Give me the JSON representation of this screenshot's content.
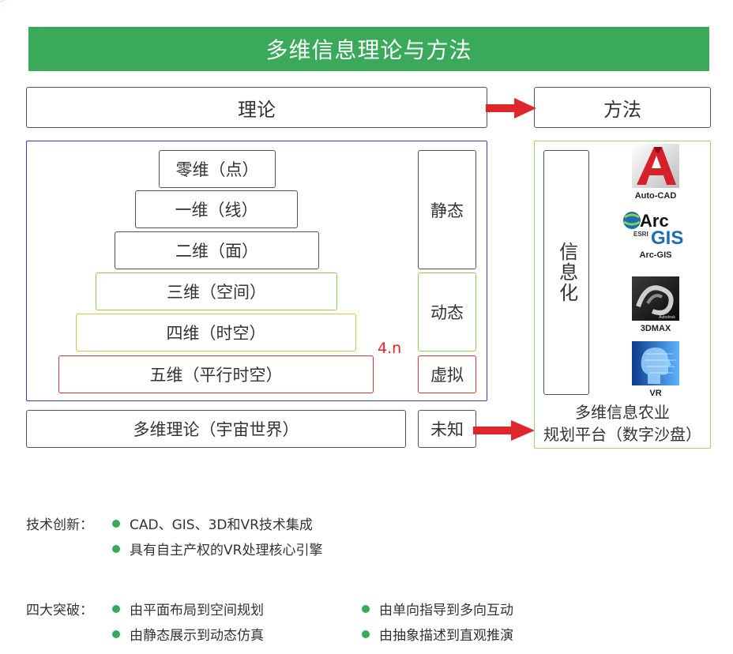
{
  "title": "多维信息理论与方法",
  "theory_header": "理论",
  "method_header": "方法",
  "dimensions": [
    "零维（点）",
    "一维（线）",
    "二维（面）",
    "三维（空间）",
    "四维（时空）",
    "五维（平行时空）"
  ],
  "side_labels": {
    "static": "静态",
    "dynamic": "动态",
    "virtual": "虚拟",
    "unknown": "未知"
  },
  "extension_label": "4.n",
  "multi_theory": "多维理论（宇宙世界）",
  "informatization": "信息化",
  "tools": [
    {
      "name": "Auto-CAD",
      "icon": "autocad-logo-icon"
    },
    {
      "name": "Arc-GIS",
      "icon": "arcgis-logo-icon",
      "logo_text_top": "Arc",
      "logo_text_bottom": "GIS",
      "logo_small": "ESRI"
    },
    {
      "name": "3DMAX",
      "icon": "3dsmax-logo-icon",
      "logo_small": "Autodesk"
    },
    {
      "name": "VR",
      "icon": "vr-head-icon"
    }
  ],
  "platform": {
    "line1": "多维信息农业",
    "line2": "规划平台（数字沙盘）"
  },
  "tech_innovation": {
    "label": "技术创新：",
    "items": [
      "CAD、GIS、3D和VR技术集成",
      "具有自主产权的VR处理核心引擎"
    ]
  },
  "breakthroughs": {
    "label": "四大突破：",
    "items": [
      "由平面布局到空间规划",
      "由单向指导到多向互动",
      "由静态展示到动态仿真",
      "由抽象描述到直观推演"
    ]
  },
  "colors": {
    "banner": "#3aaa5a",
    "theory_frame": "#3b3fb5",
    "method_frame": "#9ed96a",
    "green_border": "#8fcf4a",
    "yellow_border": "#d9c24a",
    "red_border": "#d9343a",
    "arrow": "#e0262d",
    "bullet": "#3aaa5a"
  }
}
